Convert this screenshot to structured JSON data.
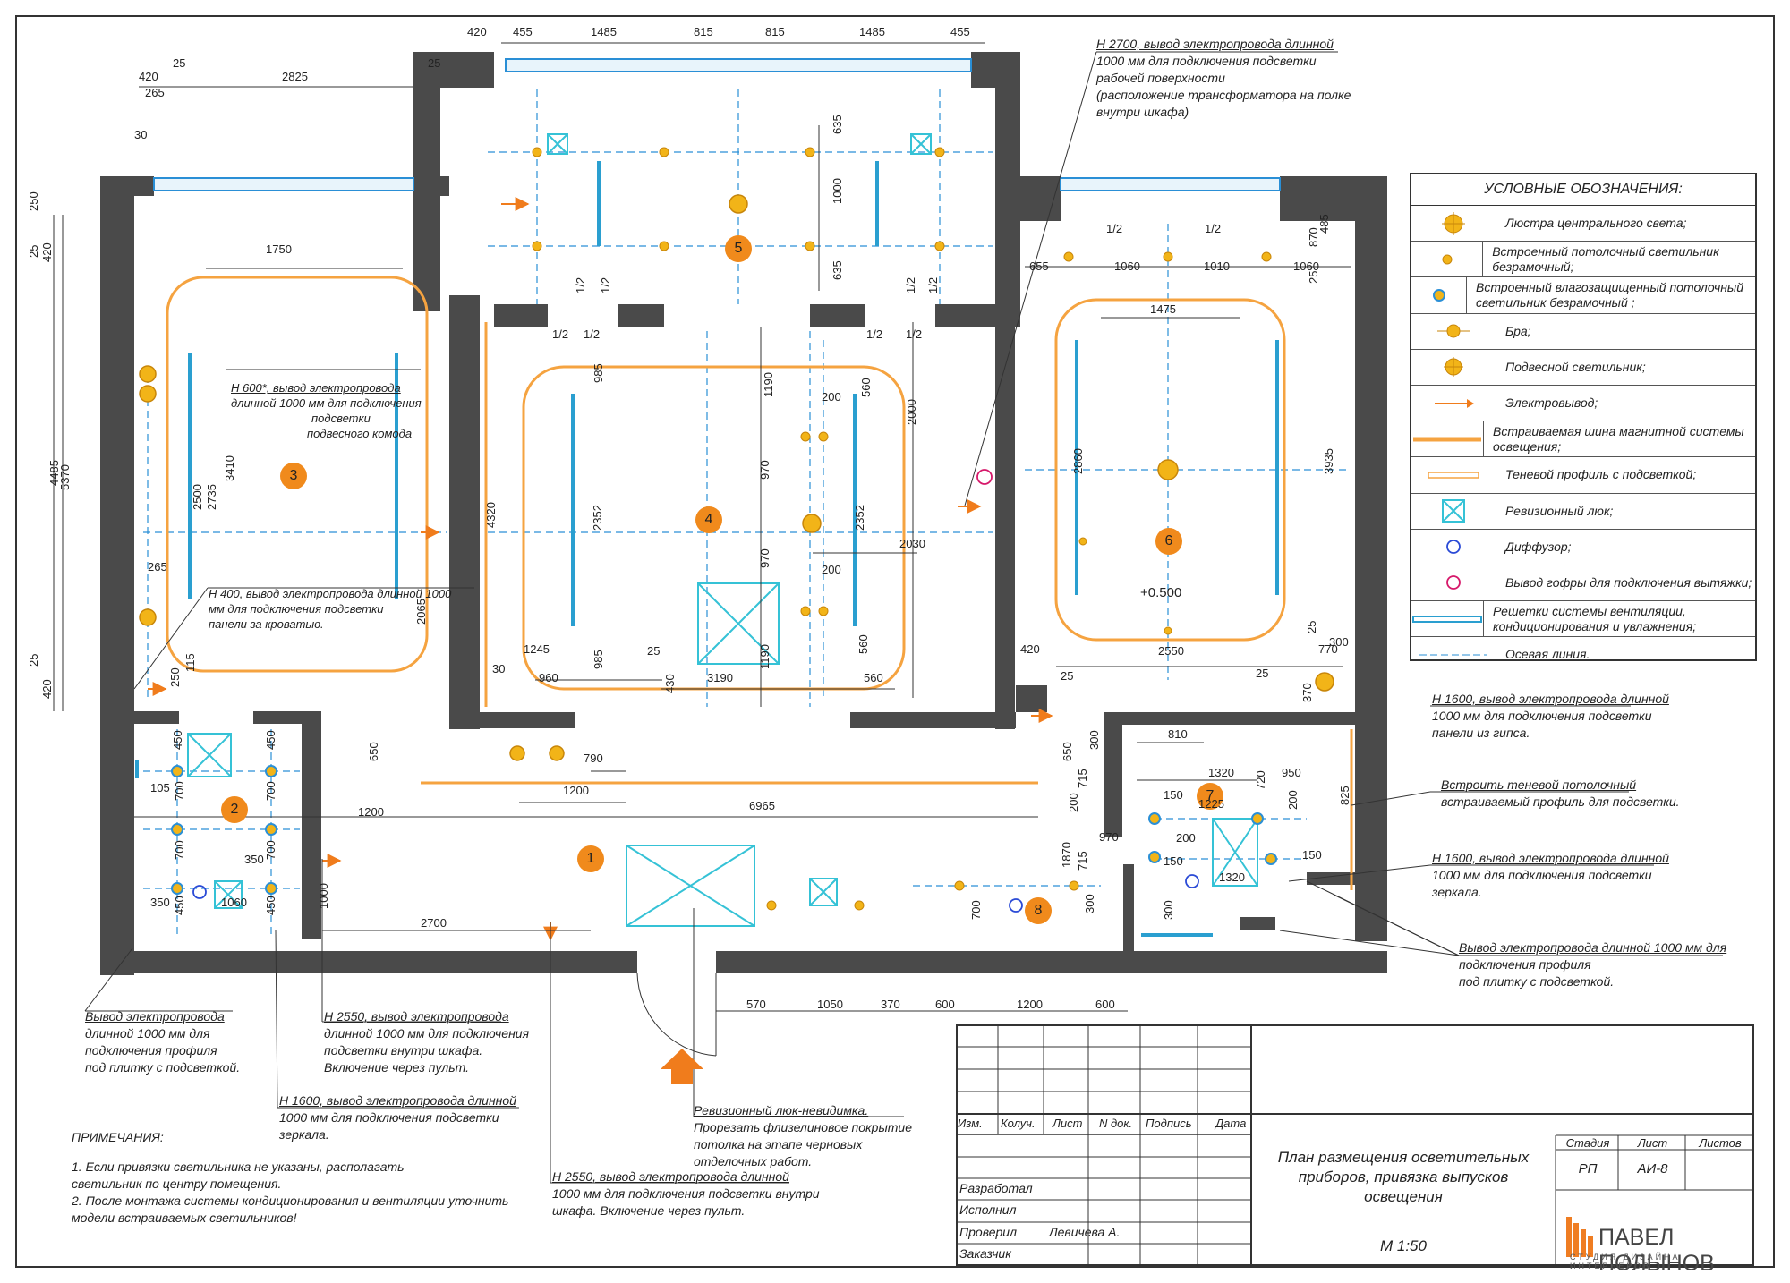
{
  "legend": {
    "title": "УСЛОВНЫЕ ОБОЗНАЧЕНИЯ:",
    "items": [
      {
        "label": "Люстра центрального света;",
        "icon": "chandelier-icon"
      },
      {
        "label": "Встроенный потолочный светильник безрамочный;",
        "icon": "recessed-light-icon"
      },
      {
        "label": "Встроенный влагозащищенный потолочный светильник безрамочный ;",
        "icon": "waterproof-light-icon"
      },
      {
        "label": "Бра;",
        "icon": "sconce-icon"
      },
      {
        "label": "Подвесной светильник;",
        "icon": "pendant-light-icon"
      },
      {
        "label": "Электровывод;",
        "icon": "electrical-outlet-icon"
      },
      {
        "label": "Встраиваемая шина магнитной системы освещения;",
        "icon": "magnetic-track-icon"
      },
      {
        "label": "Теневой профиль с подсветкой;",
        "icon": "shadow-profile-icon"
      },
      {
        "label": "Ревизионный люк;",
        "icon": "access-hatch-icon"
      },
      {
        "label": "Диффузор;",
        "icon": "diffuser-icon"
      },
      {
        "label": "Вывод гофры для подключения вытяжки;",
        "icon": "hood-outlet-icon"
      },
      {
        "label": "Решетки системы вентиляции, кондиционирования и увлажнения;",
        "icon": "vent-grille-icon"
      },
      {
        "label": "Осевая линия.",
        "icon": "axis-line-icon"
      }
    ]
  },
  "rooms": [
    {
      "num": "1"
    },
    {
      "num": "2"
    },
    {
      "num": "3"
    },
    {
      "num": "4"
    },
    {
      "num": "5"
    },
    {
      "num": "6"
    },
    {
      "num": "7"
    },
    {
      "num": "8"
    }
  ],
  "dimensions": {
    "top": [
      "455",
      "1485",
      "815",
      "815",
      "1485",
      "455",
      "420"
    ],
    "left_top": [
      "420",
      "25",
      "2825",
      "25",
      "265",
      "30"
    ],
    "left_side": [
      "250",
      "25",
      "420",
      "4485",
      "5370",
      "25",
      "420"
    ],
    "room3": [
      "1750",
      "2500",
      "2735",
      "3410",
      "265",
      "115",
      "250",
      "2065"
    ],
    "room5": [
      "635",
      "1000",
      "635",
      "1/2",
      "1/2",
      "1/2",
      "1/2"
    ],
    "room4": [
      "1/2",
      "1/2",
      "1/2",
      "1/2",
      "985",
      "1190",
      "560",
      "2000",
      "200",
      "4320",
      "2352",
      "970",
      "2352",
      "970",
      "2030",
      "200",
      "1190",
      "985",
      "560",
      "1245",
      "960",
      "430",
      "3190",
      "560",
      "30",
      "25"
    ],
    "room6": [
      "1/2",
      "1/2",
      "655",
      "1060",
      "1010",
      "1060",
      "870",
      "485",
      "25",
      "1475",
      "2860",
      "3935",
      "420",
      "2550",
      "770",
      "300",
      "25",
      "25",
      "25",
      "370"
    ],
    "room1": [
      "650",
      "790",
      "1200",
      "1200",
      "6965",
      "970",
      "1000",
      "2700",
      "650",
      "715",
      "200",
      "715",
      "1870",
      "700",
      "300"
    ],
    "room2": [
      "450",
      "105",
      "700",
      "700",
      "350",
      "350",
      "450",
      "1060",
      "450",
      "700",
      "700",
      "450"
    ],
    "room7": [
      "810",
      "1320",
      "950",
      "720",
      "300",
      "150",
      "1225",
      "200",
      "825",
      "200",
      "150",
      "1320",
      "150",
      "300"
    ],
    "bottom": [
      "570",
      "1050",
      "370",
      "600",
      "1200",
      "600"
    ],
    "level": "+0.500"
  },
  "callouts": {
    "top_right": [
      "Н 2700, вывод электропровода длинной",
      "1000 мм для подключения подсветки",
      "рабочей поверхности",
      "(расположение трансформатора на полке",
      "внутри шкафа)"
    ],
    "room3_a": [
      "Н 600*, вывод электропровода",
      "длинной 1000 мм для подключения",
      "подсветки",
      "подвесного комода"
    ],
    "room3_b": [
      "Н 400, вывод электропровода длинной 1000",
      "мм для подключения подсветки",
      "панели за кроватью."
    ],
    "right_1": [
      "Н 1600, вывод электропровода длинной",
      "1000 мм для подключения подсветки",
      "панели из гипса."
    ],
    "right_2": [
      "Встроить теневой потолочный",
      "встраиваемый профиль для подсветки."
    ],
    "right_3": [
      "Н 1600, вывод электропровода длинной",
      "1000 мм для подключения подсветки",
      "зеркала."
    ],
    "right_4": [
      "Вывод электропровода длинной 1000 мм для",
      "подключения профиля",
      "под плитку с подсветкой."
    ],
    "bottom_1": [
      "Вывод электропровода",
      "длинной 1000 мм для",
      "подключения профиля",
      "под плитку с подсветкой."
    ],
    "bottom_2": [
      "Н 2550, вывод электропровода",
      "длинной 1000 мм для подключения",
      "подсветки внутри шкафа.",
      "Включение через пульт."
    ],
    "bottom_3": [
      "Н 1600, вывод электропровода длинной",
      "1000 мм для подключения подсветки",
      "зеркала."
    ],
    "bottom_4": [
      "Ревизионный люк-невидимка.",
      "Прорезать флизелиновое покрытие",
      "потолка на этапе черновых",
      "отделочных работ."
    ],
    "bottom_5": [
      "Н 2550, вывод электропровода длинной",
      "1000 мм для подключения подсветки внутри",
      "шкафа. Включение через пульт."
    ]
  },
  "notes": {
    "title": "ПРИМЕЧАНИЯ:",
    "items": [
      "1.        Если привязки светильника не указаны, располагать",
      "светильник по центру помещения.",
      "2.        После монтажа системы кондиционирования и вентиляции уточнить",
      "модели встраиваемых светильников!"
    ]
  },
  "stamp": {
    "headers": [
      "Изм.",
      "Колуч.",
      "Лист",
      "N док.",
      "Подпись",
      "Дата"
    ],
    "roles": [
      "Разработал",
      "Исполнил",
      "Проверил",
      "Заказчик"
    ],
    "checker": "Левичева А.",
    "title": [
      "План размещения осветительных",
      "приборов, привязка выпусков",
      "освещения"
    ],
    "scale": "М 1:50",
    "stage_label": "Стадия",
    "sheet_label": "Лист",
    "sheets_label": "Листов",
    "stage": "РП",
    "sheet": "АИ-8",
    "sheets": "",
    "logo_name": "ПАВЕЛ ПОЛЫНОВ",
    "logo_sub": "СТУДИЯ ДИЗАЙНА ИНТЕРЬЕРОВ"
  },
  "colors": {
    "wall": "#4a4a4a",
    "axis": "#2a8fd6",
    "light": "#f2b418",
    "room_marker": "#f08a1c",
    "profile": "#f5a340",
    "vent": "#2a9fd0",
    "hatch": "#35c2d6",
    "accent_arrow": "#f07c1c"
  }
}
